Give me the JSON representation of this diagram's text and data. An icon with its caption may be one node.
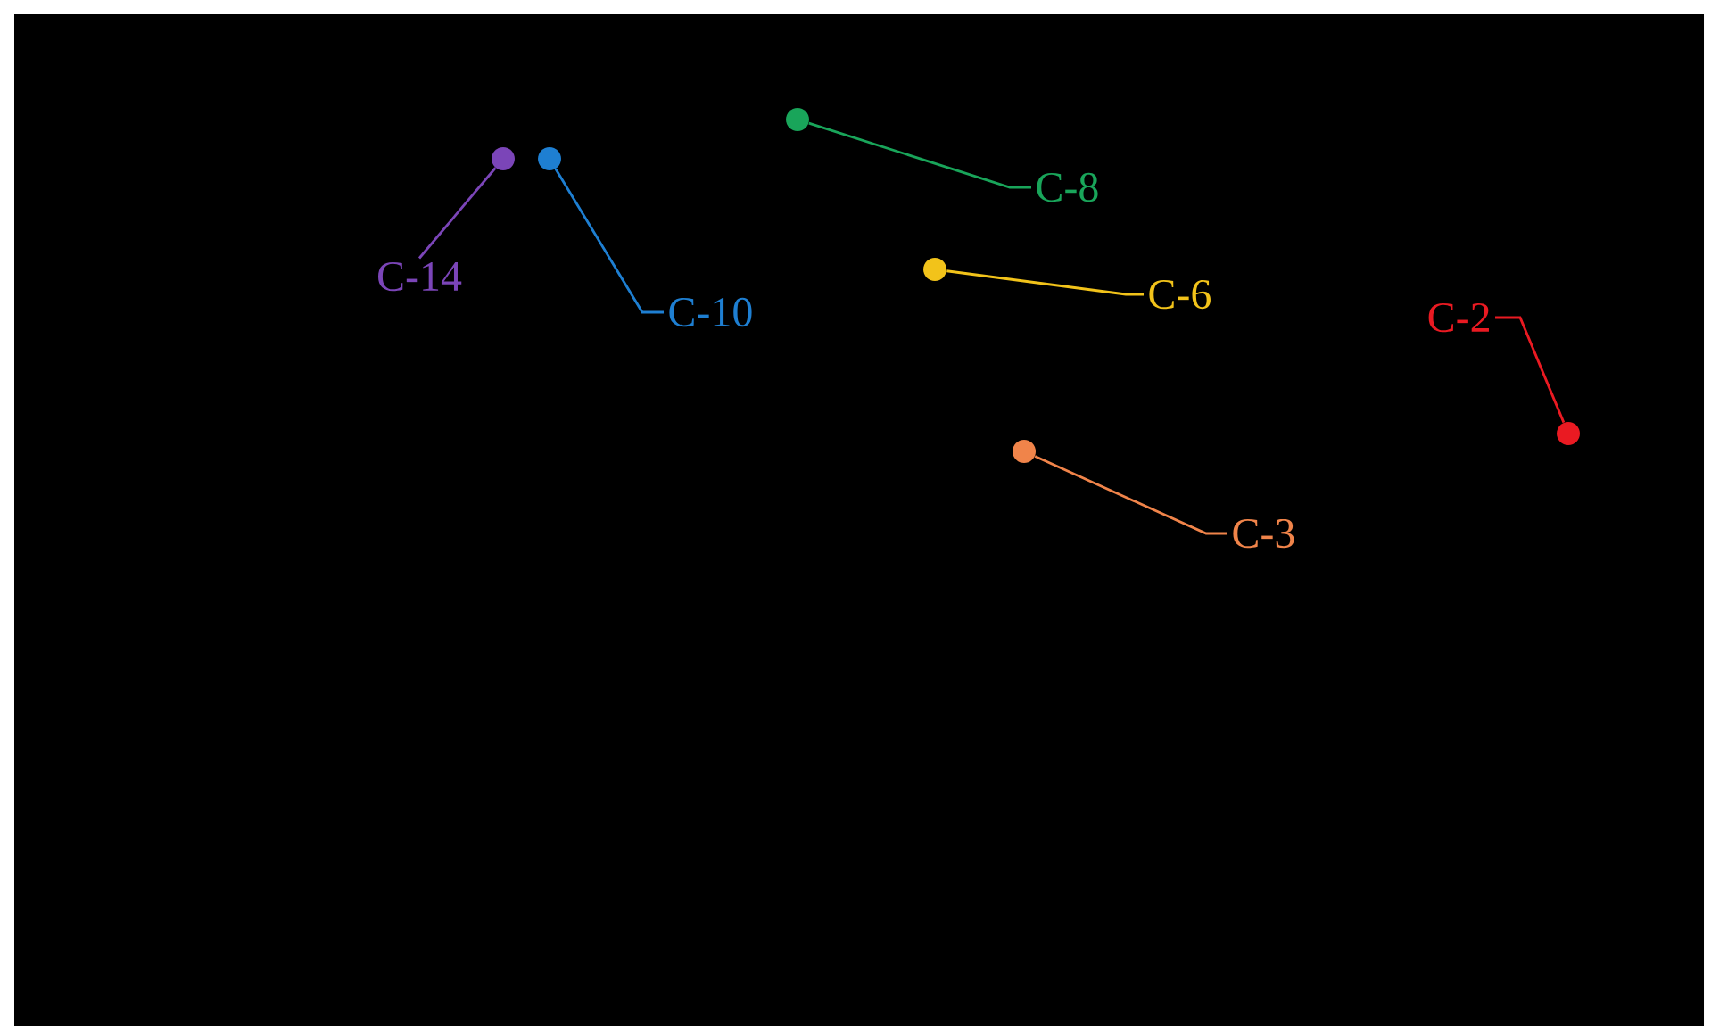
{
  "diagram": {
    "nodes": [
      {
        "text": [
          "C-14"
        ]
      },
      {
        "text": [],
        "shape": "circle"
      },
      {
        "text": [
          "C-10"
        ]
      },
      {
        "text": [],
        "shape": "circle"
      },
      {
        "text": [
          "C-8"
        ]
      },
      {
        "text": [],
        "shape": "circle"
      },
      {
        "text": [
          "C-6"
        ]
      },
      {
        "text": [],
        "shape": "circle"
      },
      {
        "text": [
          "C-2"
        ]
      },
      {
        "text": [],
        "shape": "circle"
      },
      {
        "text": [
          "C-3"
        ]
      },
      {
        "text": [],
        "shape": "circle"
      }
    ],
    "edges": [
      {
        "from": 0,
        "to": 1,
        "arrow": "none",
        "color": "#7b45b8"
      },
      {
        "from": 2,
        "to": 3,
        "arrow": "none",
        "color": "#1e7fd2"
      },
      {
        "from": 4,
        "to": 5,
        "arrow": "none",
        "color": "#19a55a"
      },
      {
        "from": 6,
        "to": 7,
        "arrow": "none",
        "color": "#f2c31a"
      },
      {
        "from": 8,
        "to": 9,
        "arrow": "none",
        "color": "#ea1a22"
      },
      {
        "from": 10,
        "to": 11,
        "arrow": "none",
        "color": "#f0844a"
      }
    ]
  }
}
